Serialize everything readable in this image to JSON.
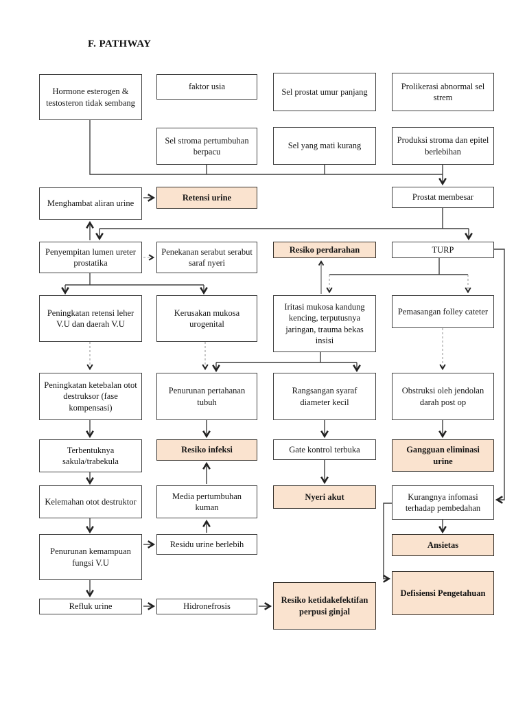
{
  "page": {
    "title": "F. PATHWAY"
  },
  "colors": {
    "highlight_fill": "#FAE3CF",
    "box_border": "#3F3F3F",
    "line": "#3F3F3F",
    "faint_line": "#9A9A9A"
  },
  "nodes": {
    "hormone": {
      "label": "Hormone esterogen & testosteron tidak sembang",
      "highlighted": false
    },
    "faktor_usia": {
      "label": "faktor usia",
      "highlighted": false
    },
    "sel_prostat": {
      "label": "Sel prostat umur panjang",
      "highlighted": false
    },
    "prolikerasi": {
      "label": "Prolikerasi abnormal sel strem",
      "highlighted": false
    },
    "sel_stroma": {
      "label": "Sel stroma pertumbuhan berpacu",
      "highlighted": false
    },
    "sel_mati": {
      "label": "Sel yang mati kurang",
      "highlighted": false
    },
    "produksi": {
      "label": "Produksi stroma dan epitel berlebihan",
      "highlighted": false
    },
    "menghambat": {
      "label": "Menghambat aliran urine",
      "highlighted": false
    },
    "retensi": {
      "label": "Retensi urine",
      "highlighted": true
    },
    "prostat_membesar": {
      "label": "Prostat membesar",
      "highlighted": false
    },
    "penyempitan": {
      "label": "Penyempitan lumen ureter prostatika",
      "highlighted": false
    },
    "penekanan": {
      "label": "Penekanan serabut serabut saraf nyeri",
      "highlighted": false
    },
    "resiko_perdarahan": {
      "label": "Resiko perdarahan",
      "highlighted": true
    },
    "turp": {
      "label": "TURP",
      "highlighted": false
    },
    "peningkatan_retensi": {
      "label": "Peningkatan retensi leher V.U dan daerah V.U",
      "highlighted": false
    },
    "kerusakan_mukosa": {
      "label": "Kerusakan mukosa urogenital",
      "highlighted": false
    },
    "iritasi_mukosa": {
      "label": "Iritasi mukosa kandung kencing, terputusnya jaringan, trauma bekas insisi",
      "highlighted": false
    },
    "pemasangan_folley": {
      "label": "Pemasangan folley cateter",
      "highlighted": false
    },
    "peningkatan_ketebalan": {
      "label": "Peningkatan ketebalan otot destruksor (fase kompensasi)",
      "highlighted": false
    },
    "penurunan_pertahanan": {
      "label": "Penurunan pertahanan tubuh",
      "highlighted": false
    },
    "rangsangan_syaraf": {
      "label": "Rangsangan syaraf diameter kecil",
      "highlighted": false
    },
    "obstruksi": {
      "label": "Obstruksi oleh jendolan darah post op",
      "highlighted": false
    },
    "terbentuknya": {
      "label": "Terbentuknya sakula/trabekula",
      "highlighted": false
    },
    "resiko_infeksi": {
      "label": "Resiko infeksi",
      "highlighted": true
    },
    "gate_kontrol": {
      "label": "Gate kontrol terbuka",
      "highlighted": false
    },
    "gangguan_eliminasi": {
      "label": "Gangguan eliminasi urine",
      "highlighted": true
    },
    "kelemahan": {
      "label": "Kelemahan otot destruktor",
      "highlighted": false
    },
    "media_kuman": {
      "label": "Media pertumbuhan kuman",
      "highlighted": false
    },
    "nyeri_akut": {
      "label": "Nyeri akut",
      "highlighted": true
    },
    "kurangnya_infomasi": {
      "label": "Kurangnya infomasi terhadap pembedahan",
      "highlighted": false
    },
    "ansietas": {
      "label": "Ansietas",
      "highlighted": true
    },
    "defisiensi": {
      "label": "Defisiensi Pengetahuan",
      "highlighted": true
    },
    "penurunan_kemampuan": {
      "label": "Penurunan kemampuan fungsi V.U",
      "highlighted": false
    },
    "residu_urine": {
      "label": "Residu urine berlebih",
      "highlighted": false
    },
    "refluk_urine": {
      "label": "Refluk urine",
      "highlighted": false
    },
    "hidronefrosis": {
      "label": "Hidronefrosis",
      "highlighted": false
    },
    "resiko_perfusi": {
      "label": "Resiko ketidakefektifan perpusi ginjal",
      "highlighted": true
    }
  }
}
